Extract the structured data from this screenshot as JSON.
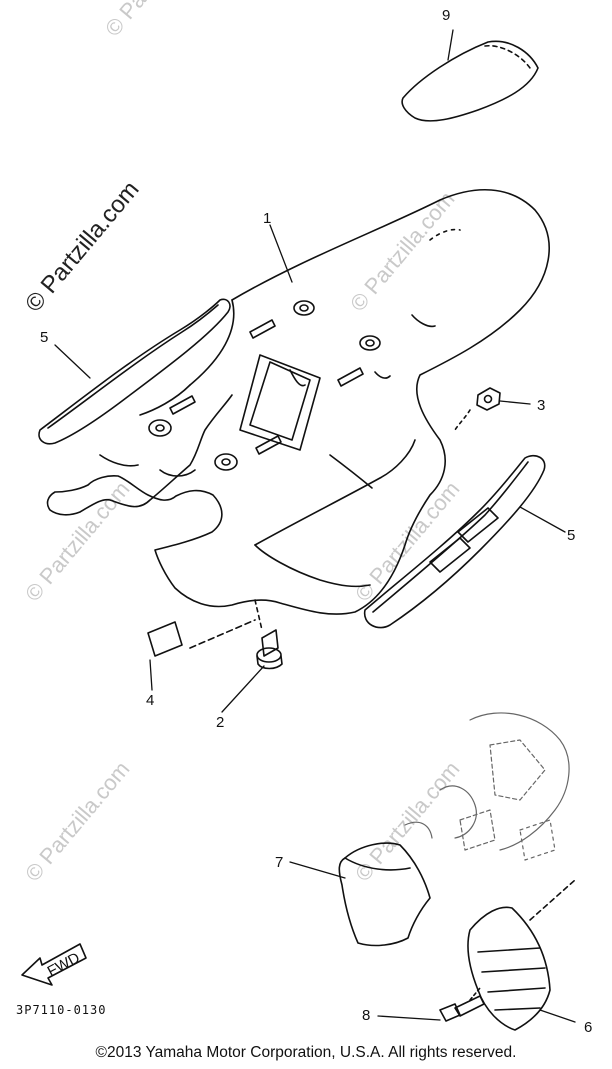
{
  "watermark": "© Partzilla.com",
  "callouts": {
    "c1": "1",
    "c2": "2",
    "c3": "3",
    "c4": "4",
    "c5a": "5",
    "c5b": "5",
    "c6": "6",
    "c7": "7",
    "c8": "8",
    "c9": "9"
  },
  "fwd_label": "FWD",
  "diagram_code": "3P7110-0130",
  "footer": "©2013  Yamaha Motor Corporation, U.S.A. All rights reserved."
}
